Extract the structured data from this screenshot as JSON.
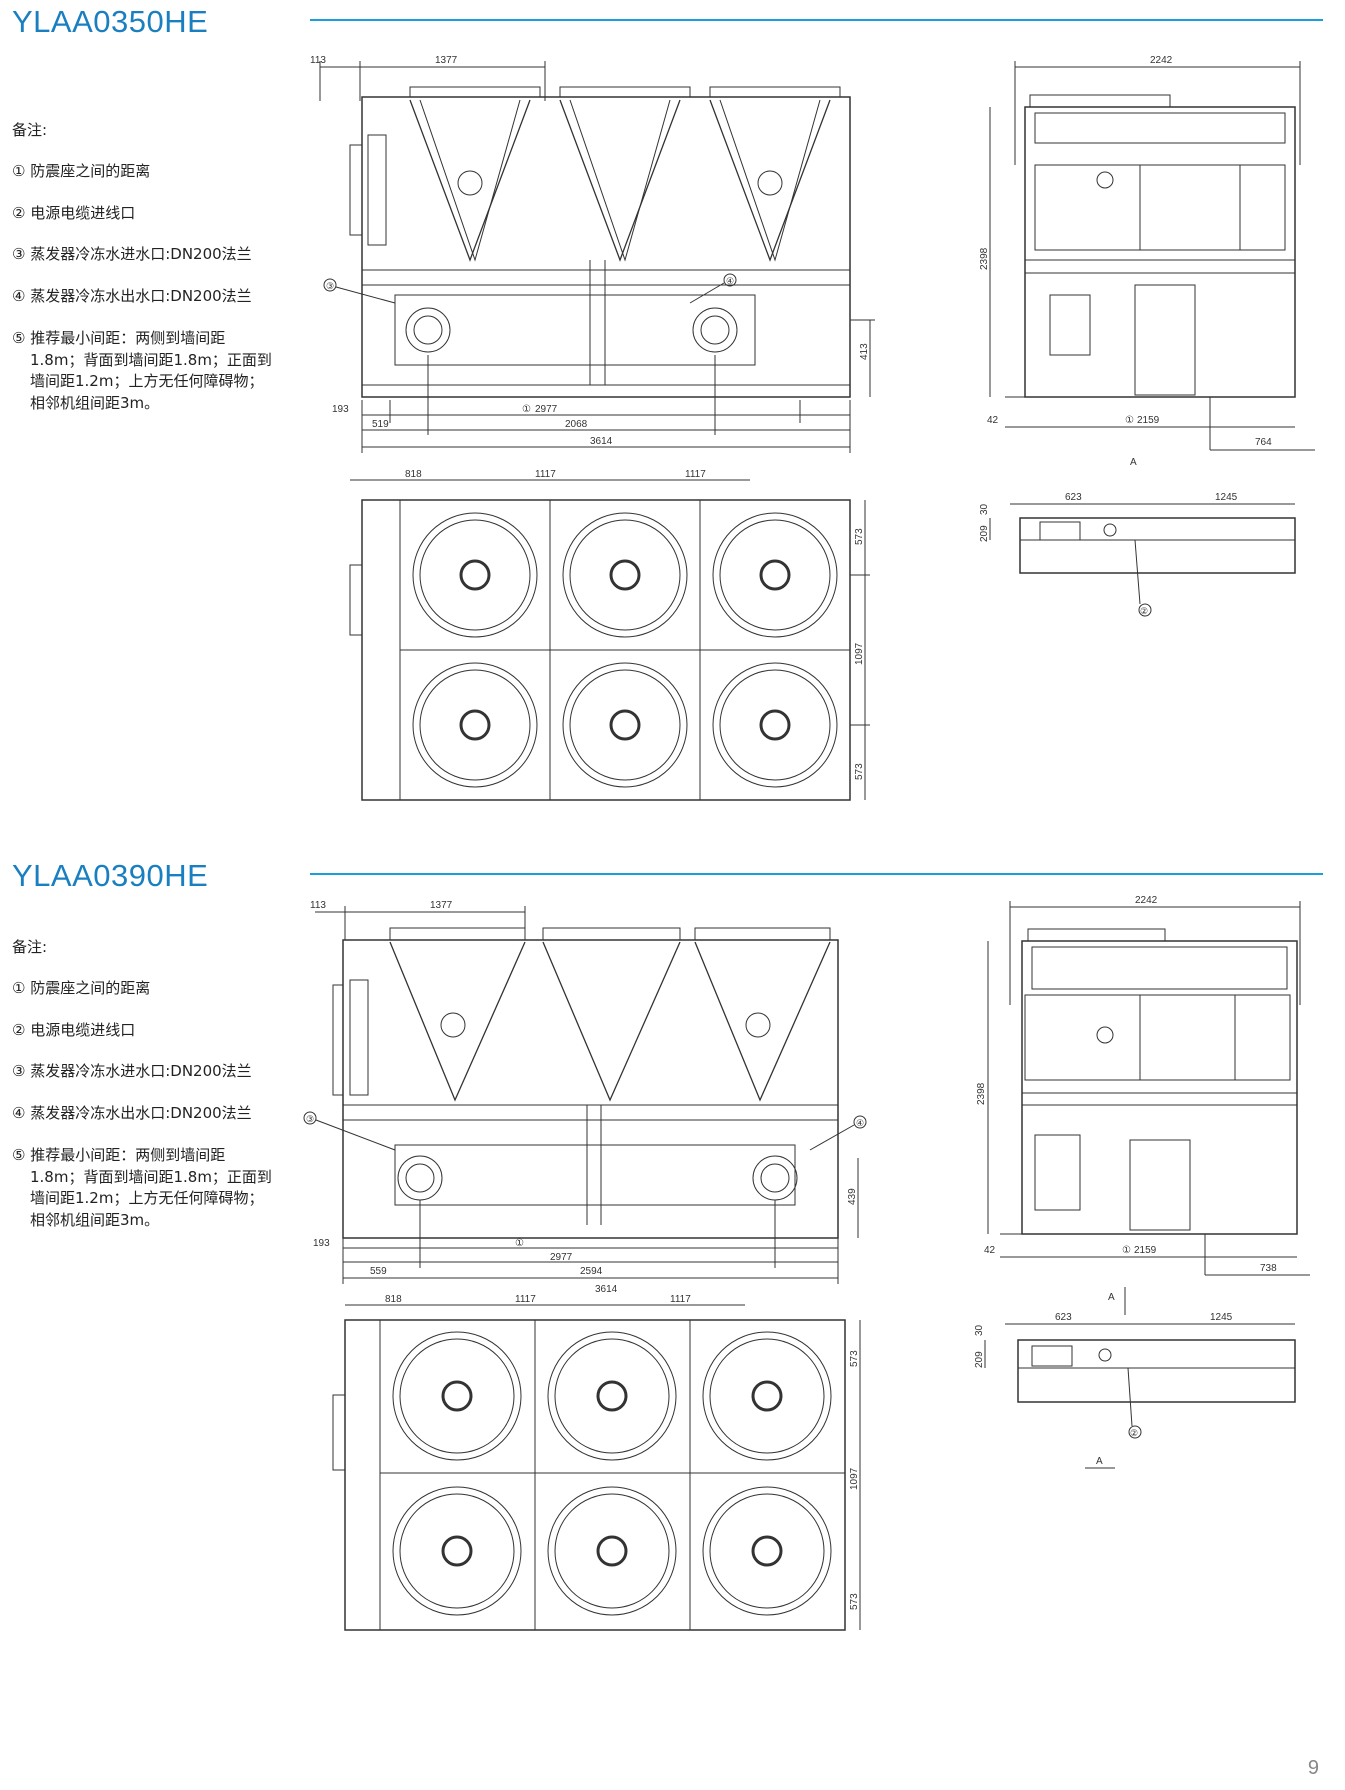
{
  "sections": [
    {
      "title": "YLAA0350HE",
      "notes_title": "备注:",
      "notes": [
        "① 防震座之间的距离",
        "② 电源电缆进线口",
        "③ 蒸发器冷冻水进水口:DN200法兰",
        "④ 蒸发器冷冻水出水口:DN200法兰"
      ],
      "note5_lines": [
        "⑤ 推荐最小间距：两侧到墙间距",
        "1.8m；背面到墙间距1.8m；正面到",
        "墙间距1.2m；上方无任何障碍物；",
        "相邻机组间距3m。"
      ],
      "front_dims": {
        "d113": "113",
        "d1377": "1377",
        "d193": "193",
        "d2977": "2977",
        "d519": "519",
        "d2068": "2068",
        "d3614": "3614",
        "d413": "413",
        "c1": "①",
        "c3": "③",
        "c4": "④"
      },
      "top_dims": {
        "d818": "818",
        "d1117a": "1117",
        "d1117b": "1117",
        "d573a": "573",
        "d1097": "1097",
        "d573b": "573"
      },
      "side_dims": {
        "d2242": "2242",
        "d2398": "2398",
        "d42": "42",
        "d2159": "2159",
        "d764": "764",
        "a": "A",
        "c1": "①"
      },
      "detail_dims": {
        "d623": "623",
        "d1245": "1245",
        "d30": "30",
        "d209": "209",
        "c2": "②",
        "a": ""
      }
    },
    {
      "title": "YLAA0390HE",
      "notes_title": "备注:",
      "notes": [
        "① 防震座之间的距离",
        "② 电源电缆进线口",
        "③ 蒸发器冷冻水进水口:DN200法兰",
        "④ 蒸发器冷冻水出水口:DN200法兰"
      ],
      "note5_lines": [
        "⑤ 推荐最小间距：两侧到墙间距",
        "1.8m；背面到墙间距1.8m；正面到",
        "墙间距1.2m；上方无任何障碍物；",
        "相邻机组间距3m。"
      ],
      "front_dims": {
        "d113": "113",
        "d1377": "1377",
        "d193": "193",
        "d2977": "2977",
        "d519": "559",
        "d2068": "2594",
        "d3614": "3614",
        "d413": "439",
        "c1": "①",
        "c3": "③",
        "c4": "④"
      },
      "top_dims": {
        "d818": "818",
        "d1117a": "1117",
        "d1117b": "1117",
        "d573a": "573",
        "d1097": "1097",
        "d573b": "573"
      },
      "side_dims": {
        "d2242": "2242",
        "d2398": "2398",
        "d42": "42",
        "d2159": "2159",
        "d764": "738",
        "a": "A",
        "c1": "①"
      },
      "detail_dims": {
        "d623": "623",
        "d1245": "1245",
        "d30": "30",
        "d209": "209",
        "c2": "②",
        "a": "A"
      }
    }
  ],
  "page_number": "9"
}
